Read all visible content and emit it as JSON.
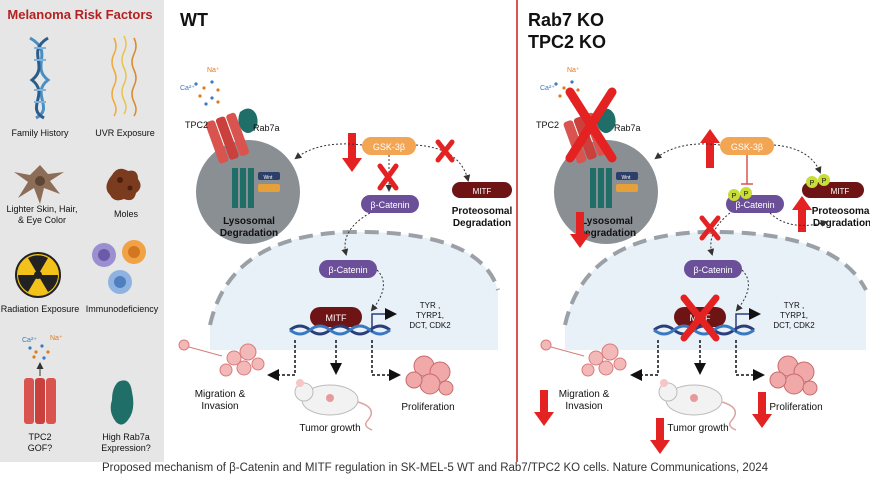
{
  "sidebar": {
    "title": "Melanoma Risk Factors",
    "items": [
      {
        "label": "Family History",
        "icon": "dna-icon"
      },
      {
        "label": "UVR Exposure",
        "icon": "uv-rays-icon"
      },
      {
        "label": "Lighter Skin, Hair,",
        "label2": "& Eye Color",
        "icon": "melanocyte-icon"
      },
      {
        "label": "Moles",
        "icon": "mole-icon"
      },
      {
        "label": "Radiation Exposure",
        "icon": "radiation-icon"
      },
      {
        "label": "Immunodeficiency",
        "icon": "immune-cells-icon"
      },
      {
        "label": "TPC2",
        "label2": "GOF?",
        "icon": "channel-icon"
      },
      {
        "label": "High Rab7a",
        "label2": "Expression?",
        "icon": "rab7a-icon"
      }
    ],
    "ions": {
      "ca": "Ca²⁺",
      "na": "Na⁺"
    }
  },
  "panels": {
    "wt": {
      "title": "WT"
    },
    "ko": {
      "title_line1": "Rab7 KO",
      "title_line2": "TPC2 KO"
    }
  },
  "labels": {
    "ca": "Ca²⁺",
    "na": "Na⁺",
    "tpc2": "TPC2",
    "rab7a": "Rab7a",
    "gsk": "GSK-3β",
    "mitf": "MITF",
    "bcat": "β-Catenin",
    "lyso1": "Lysosomal",
    "lyso2": "Degradation",
    "proteo1": "Proteosomal",
    "proteo2": "Degradation",
    "genes1": "TYR ,",
    "genes2": "TYRP1,",
    "genes3": "DCT, CDK2",
    "migration1": "Migration &",
    "migration2": "Invasion",
    "tumor": "Tumor growth",
    "prolif": "Proliferation",
    "phospho": "P",
    "wnt": "Wnt"
  },
  "caption": "Proposed mechanism of β-Catenin and MITF regulation in SK-MEL-5 WT and Rab7/TPC2 KO cells. Nature Communications, 2024",
  "colors": {
    "sidebar_bg": "#e6e6e6",
    "title_red": "#b22222",
    "arrow_red": "#e52222",
    "divider": "#d9534f",
    "gsk": "#f2a553",
    "bcat": "#6b4f98",
    "mitf": "#6e1414",
    "lysosome": "#8a8f94",
    "phospho": "#c8dd38"
  }
}
